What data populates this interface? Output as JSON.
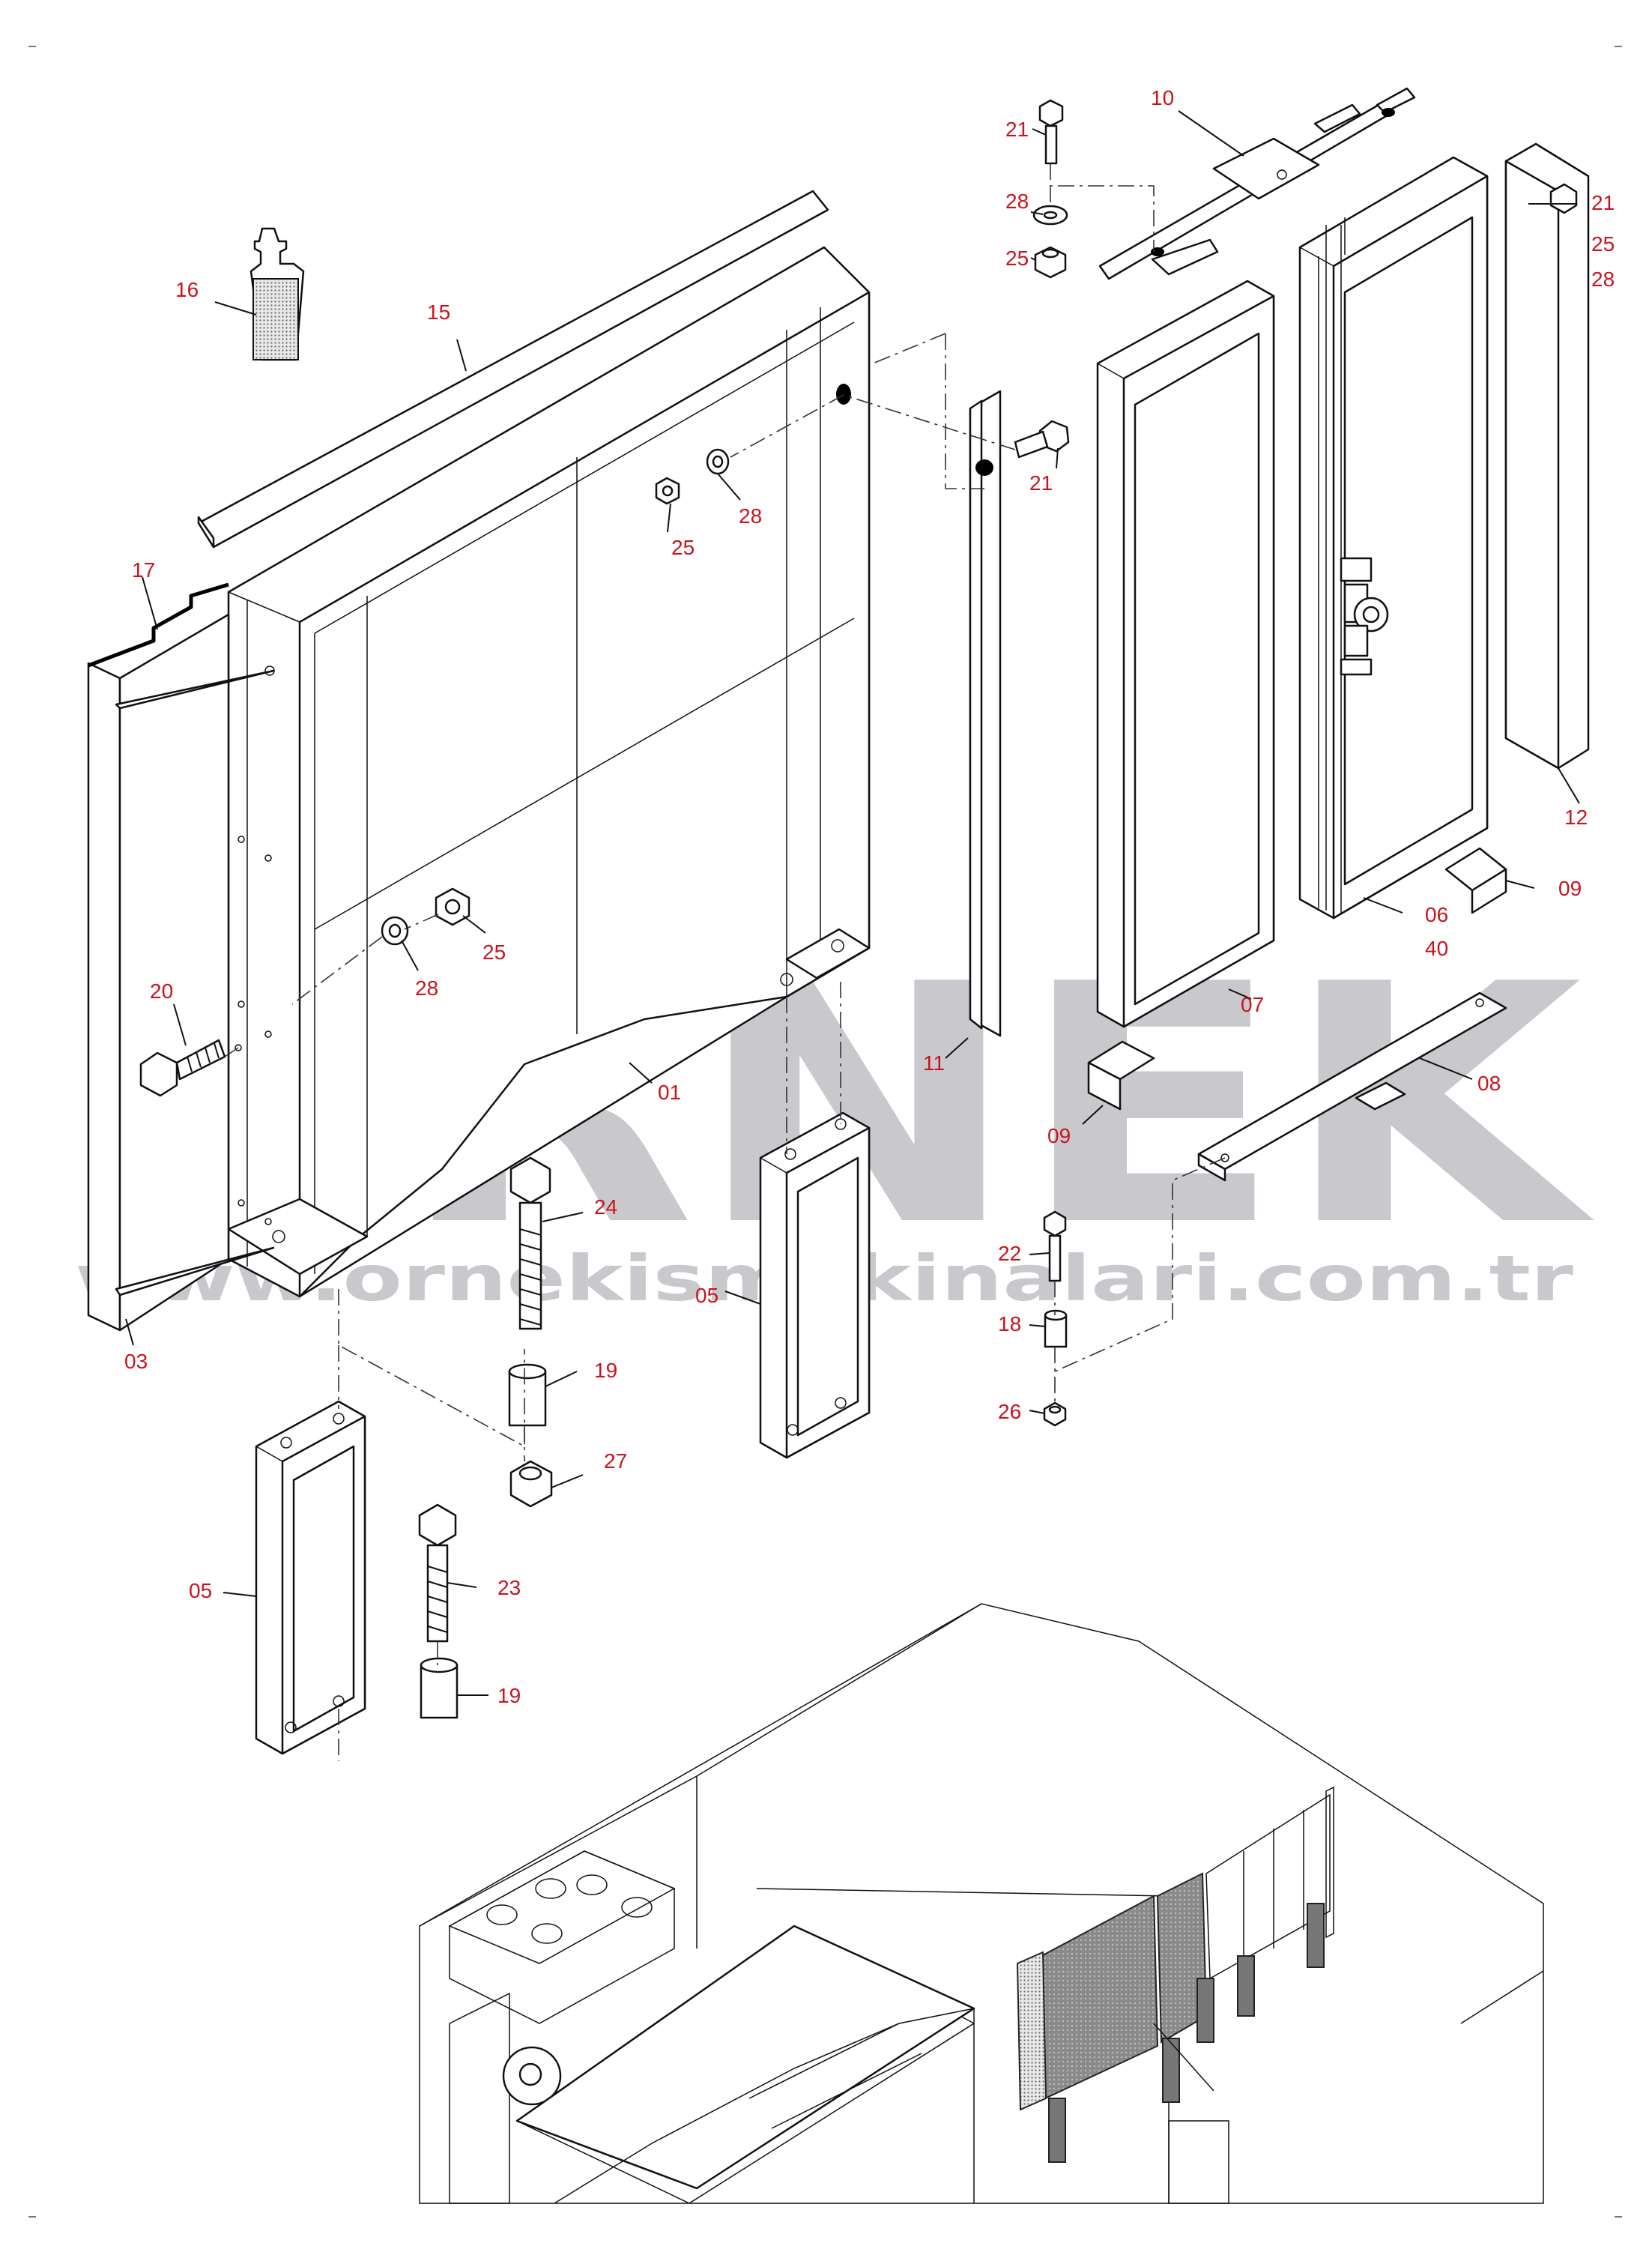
{
  "watermark": {
    "brand": "ÖRNEK",
    "website": "www.ornekismakinalari.com.tr",
    "accent_color": "#f5c518",
    "text_color": "#c9c9cd"
  },
  "label_color": "#c8141e",
  "callouts": [
    {
      "id": "c10",
      "text": "10"
    },
    {
      "id": "c21a",
      "text": "21"
    },
    {
      "id": "c28a",
      "text": "28"
    },
    {
      "id": "c25a",
      "text": "25"
    },
    {
      "id": "c21b",
      "text": "21"
    },
    {
      "id": "c25b",
      "text": "25"
    },
    {
      "id": "c28b",
      "text": "28"
    },
    {
      "id": "c16",
      "text": "16"
    },
    {
      "id": "c15",
      "text": "15"
    },
    {
      "id": "c21c",
      "text": "21"
    },
    {
      "id": "c25c",
      "text": "25"
    },
    {
      "id": "c28c",
      "text": "28"
    },
    {
      "id": "c17",
      "text": "17"
    },
    {
      "id": "c12",
      "text": "12"
    },
    {
      "id": "c09a",
      "text": "09"
    },
    {
      "id": "c06",
      "text": "06"
    },
    {
      "id": "c40",
      "text": "40"
    },
    {
      "id": "c25d",
      "text": "25"
    },
    {
      "id": "c28d",
      "text": "28"
    },
    {
      "id": "c20",
      "text": "20"
    },
    {
      "id": "c07",
      "text": "07"
    },
    {
      "id": "c11",
      "text": "11"
    },
    {
      "id": "c01",
      "text": "01"
    },
    {
      "id": "c08",
      "text": "08"
    },
    {
      "id": "c09b",
      "text": "09"
    },
    {
      "id": "c24",
      "text": "24"
    },
    {
      "id": "c05a",
      "text": "05"
    },
    {
      "id": "c03",
      "text": "03"
    },
    {
      "id": "c22",
      "text": "22"
    },
    {
      "id": "c18",
      "text": "18"
    },
    {
      "id": "c19a",
      "text": "19"
    },
    {
      "id": "c26",
      "text": "26"
    },
    {
      "id": "c27",
      "text": "27"
    },
    {
      "id": "c05b",
      "text": "05"
    },
    {
      "id": "c23",
      "text": "23"
    },
    {
      "id": "c19b",
      "text": "19"
    }
  ]
}
